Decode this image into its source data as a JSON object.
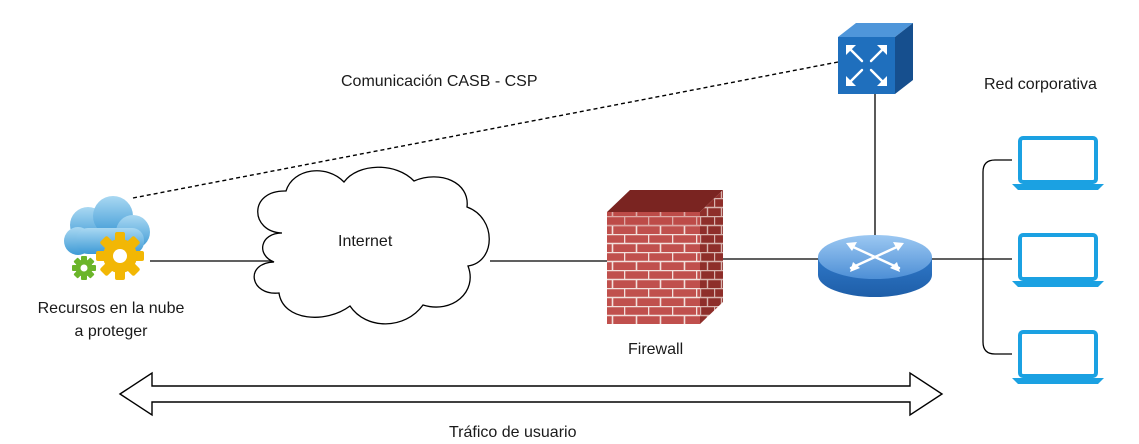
{
  "labels": {
    "casb_link": "Comunicación CASB - CSP",
    "corporate_network": "Red corporativa",
    "internet": "Internet",
    "cloud_resources_line1": "Recursos en la nube",
    "cloud_resources_line2": "a proteger",
    "firewall": "Firewall",
    "user_traffic": "Tráfico de usuario"
  },
  "colors": {
    "line": "#000000",
    "laptop": "#1BA1E2",
    "router": "#3A86D8",
    "switch": "#1E73BE",
    "firewall_brick": "#C0504D",
    "gear": "#F2B705",
    "gear_small": "#6BB52A"
  },
  "icons": [
    "cloud-gear-icon",
    "internet-cloud-icon",
    "firewall-icon",
    "router-icon",
    "cube-switch-icon",
    "laptop-icon"
  ]
}
